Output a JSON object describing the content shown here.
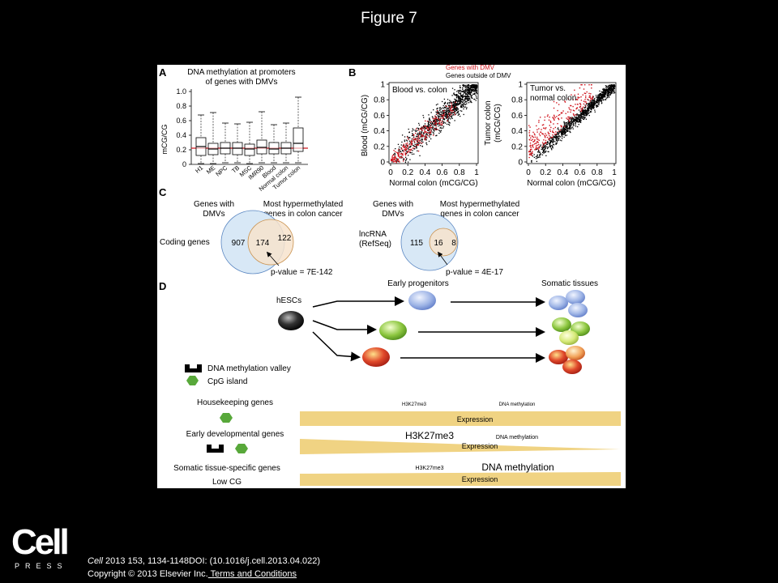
{
  "slide": {
    "title": "Figure 7"
  },
  "panel_a": {
    "letter": "A",
    "title_line1": "DNA methylation at promoters",
    "title_line2": "of genes with DMVs",
    "ylabel": "mCG/CG",
    "yticks": [
      "1.0",
      "0.8",
      "0.6",
      "0.4",
      "0.2",
      "0"
    ],
    "categories": [
      "H1",
      "ME",
      "NPC",
      "TB",
      "MSC",
      "IMR90",
      "Blood",
      "Normal colon",
      "Tumor colon"
    ]
  },
  "panel_b": {
    "letter": "B",
    "legend_dmv": "Genes with DMV",
    "legend_outside": "Genes outside of DMV",
    "left_title": "Blood vs. colon",
    "left_ylabel": "Blood (mCG/CG)",
    "right_title_line1": "Tumor vs.",
    "right_title_line2": "normal colon",
    "right_ylabel_line1": "Tumor colon",
    "right_ylabel_line2": "(mCG/CG)",
    "yticks": [
      "1",
      "0.8",
      "0.6",
      "0.4",
      "0.2",
      "0"
    ],
    "xticks": [
      "0",
      "0.2",
      "0.4",
      "0.6",
      "0.8",
      "1"
    ],
    "xlabel_left": "Normal colon (mCG/CG)",
    "xlabel_right": "Normal colon (mCG/CG)",
    "colors": {
      "dmv": "#d0161f",
      "outside": "#000000"
    }
  },
  "panel_c": {
    "letter": "C",
    "left": {
      "set_a_line1": "Genes with",
      "set_a_line2": "DMVs",
      "set_b_line1": "Most hypermethylated",
      "set_b_line2": "genes in colon cancer",
      "row_label": "Coding genes",
      "only_a": "907",
      "overlap": "174",
      "only_b": "122",
      "pvalue": "p-value = 7E-142"
    },
    "right": {
      "set_a_line1": "Genes with",
      "set_a_line2": "DMVs",
      "set_b_line1": "Most hypermethylated",
      "set_b_line2": "genes in colon cancer",
      "row_label_line1": "lncRNA",
      "row_label_line2": "(RefSeq)",
      "only_a": "115",
      "overlap": "16",
      "only_b": "8",
      "pvalue": "p-value = 4E-17"
    },
    "colors": {
      "set_a": "#d8e8f6",
      "set_b": "#f7e3cc",
      "overlap": "#e6d4c0"
    }
  },
  "panel_d": {
    "letter": "D",
    "hescs_label": "hESCs",
    "early_label": "Early progenitors",
    "somatic_label": "Somatic tissues",
    "legend_valley": "DNA methylation valley",
    "legend_cpg": "CpG island",
    "housekeeping": "Housekeeping genes",
    "early_dev": "Early developmental genes",
    "somatic_specific": "Somatic tissue-specific genes",
    "low_cg": "Low CG",
    "row1": {
      "h3k27me3": "H3K27me3",
      "dna_methylation": "DNA methylation",
      "expression": "Expression"
    },
    "row2": {
      "h3k27me3": "H3K27me3",
      "dna_methylation": "DNA methylation",
      "expression": "Expression"
    },
    "row3": {
      "h3k27me3": "H3K27me3",
      "dna_methylation": "DNA methylation",
      "expression": "Expression"
    },
    "colors": {
      "expression": "#f0d383",
      "cpg": "#58a83a",
      "blue_cell": "#9fb5e6",
      "green_cell": "#8cc63f",
      "red_cell": "#d8422a"
    }
  },
  "footer": {
    "journal": "Cell",
    "citation_rest": " 2013 153, 1134-1148DOI: (10.1016/j.cell.2013.04.022)",
    "copyright": "Copyright © 2013 Elsevier Inc.",
    "terms_link": " Terms and Conditions",
    "logo_word": "Cell",
    "logo_press": "PRESS"
  }
}
